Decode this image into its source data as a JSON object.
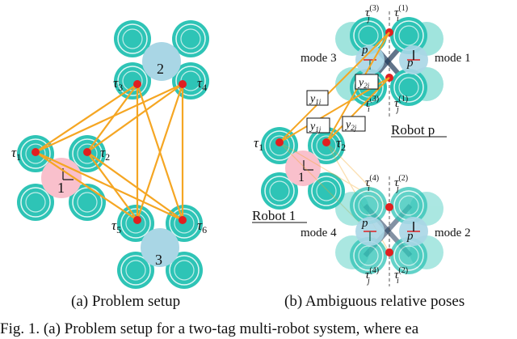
{
  "panel_a": {
    "caption": "(a) Problem setup",
    "robots": [
      {
        "label": "2"
      },
      {
        "label": "1"
      },
      {
        "label": "3"
      }
    ],
    "tags": [
      {
        "base": "τ",
        "sub": "3"
      },
      {
        "base": "τ",
        "sub": "4"
      },
      {
        "base": "τ",
        "sub": "1"
      },
      {
        "base": "τ",
        "sub": "2"
      },
      {
        "base": "τ",
        "sub": "5"
      },
      {
        "base": "τ",
        "sub": "6"
      }
    ]
  },
  "panel_b": {
    "caption": "(b) Ambiguous relative poses",
    "robot_p_label": "Robot p",
    "robot_1_label": "Robot 1",
    "robot_1_number": "1",
    "tag_left": {
      "base": "τ",
      "sub": "1"
    },
    "tag_right": {
      "base": "τ",
      "sub": "2"
    },
    "modes": [
      "mode 3",
      "mode 1",
      "mode 4",
      "mode 2"
    ],
    "p_label": "p",
    "measurements": [
      {
        "base": "y",
        "sub": "1i"
      },
      {
        "base": "y",
        "sub": "2i"
      },
      {
        "base": "y",
        "sub": "1j"
      },
      {
        "base": "y",
        "sub": "2j"
      }
    ],
    "tau_labels": [
      {
        "base": "τ",
        "sub": "j",
        "sup": "(3)"
      },
      {
        "base": "τ",
        "sub": "i",
        "sup": "(1)"
      },
      {
        "base": "τ",
        "sub": "i",
        "sup": "(3)"
      },
      {
        "base": "τ",
        "sub": "j",
        "sup": "(1)"
      },
      {
        "base": "τ",
        "sub": "i",
        "sup": "(4)"
      },
      {
        "base": "τ",
        "sub": "j",
        "sup": "(2)"
      },
      {
        "base": "τ",
        "sub": "j",
        "sup": "(4)"
      },
      {
        "base": "τ",
        "sub": "i",
        "sup": "(2)"
      }
    ]
  },
  "colors": {
    "edge_orange": "#f5a623",
    "rotor_cyan": "#2ec4b6",
    "robot_blue": "#a9d6e5",
    "robot_pink": "#f9c0cc",
    "tag_red": "#e02020"
  },
  "figure_caption": "Fig. 1.  (a) Problem setup for a two-tag multi-robot system, where ea"
}
